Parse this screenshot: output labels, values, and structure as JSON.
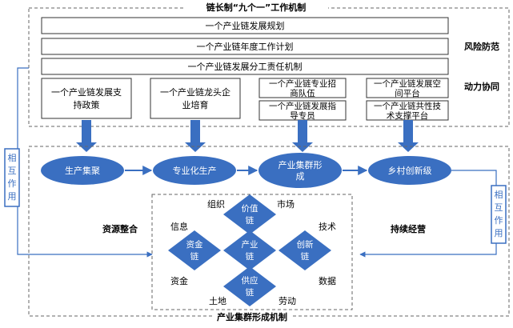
{
  "top_section": {
    "title": "链长制“九个一”工作机制",
    "rows": [
      "一个产业链发展规划",
      "一个产业链年度工作计划",
      "一个产业链发展分工责任机制"
    ],
    "boxes": [
      "一个产业链发展支持政策",
      "一个产业链龙头企业培育"
    ],
    "stacked_boxes": [
      {
        "line1": "一个产业链专业招",
        "line2": "商队伍"
      },
      {
        "line1": "一个产业链发展指",
        "line2": "导专员"
      },
      {
        "line1": "一个产业链发展空",
        "line2": "间平台"
      },
      {
        "line1": "一个产业链共性技",
        "line2": "术支撑平台"
      }
    ],
    "box_lines": [
      {
        "line1": "一个产业链发展支",
        "line2": "持政策"
      },
      {
        "line1": "一个产业链龙头企",
        "line2": "业培育"
      }
    ],
    "right_labels": {
      "risk": "风险防范",
      "synergy": "动力协同"
    }
  },
  "stages": [
    "生产集聚",
    "专业化生产",
    "产业集群形成",
    "乡村创新级"
  ],
  "stage_lines": {
    "cluster_line1": "产业集群形",
    "cluster_line2": "成"
  },
  "side_labels": {
    "left": [
      "相",
      "互",
      "作",
      "用"
    ],
    "right": [
      "相",
      "互",
      "作",
      "用"
    ]
  },
  "mechanism": {
    "title": "产业集群形成机制",
    "left_label": "资源整合",
    "right_label": "持续经营",
    "diamonds": {
      "value_chain": {
        "line1": "价值",
        "line2": "链"
      },
      "capital_chain": {
        "line1": "资金",
        "line2": "链"
      },
      "industry_chain": {
        "line1": "产业",
        "line2": "链"
      },
      "innovation_chain": {
        "line1": "创新",
        "line2": "链"
      },
      "supply_chain": {
        "line1": "供应",
        "line2": "链"
      }
    },
    "factors": {
      "organization": "组织",
      "market": "市场",
      "information": "信息",
      "technology": "技术",
      "capital": "资金",
      "data": "数据",
      "land": "土地",
      "labor": "劳动"
    }
  },
  "colors": {
    "blue": "#3a6fc1",
    "arrow": "#3a6fc1",
    "border": "#555555"
  }
}
